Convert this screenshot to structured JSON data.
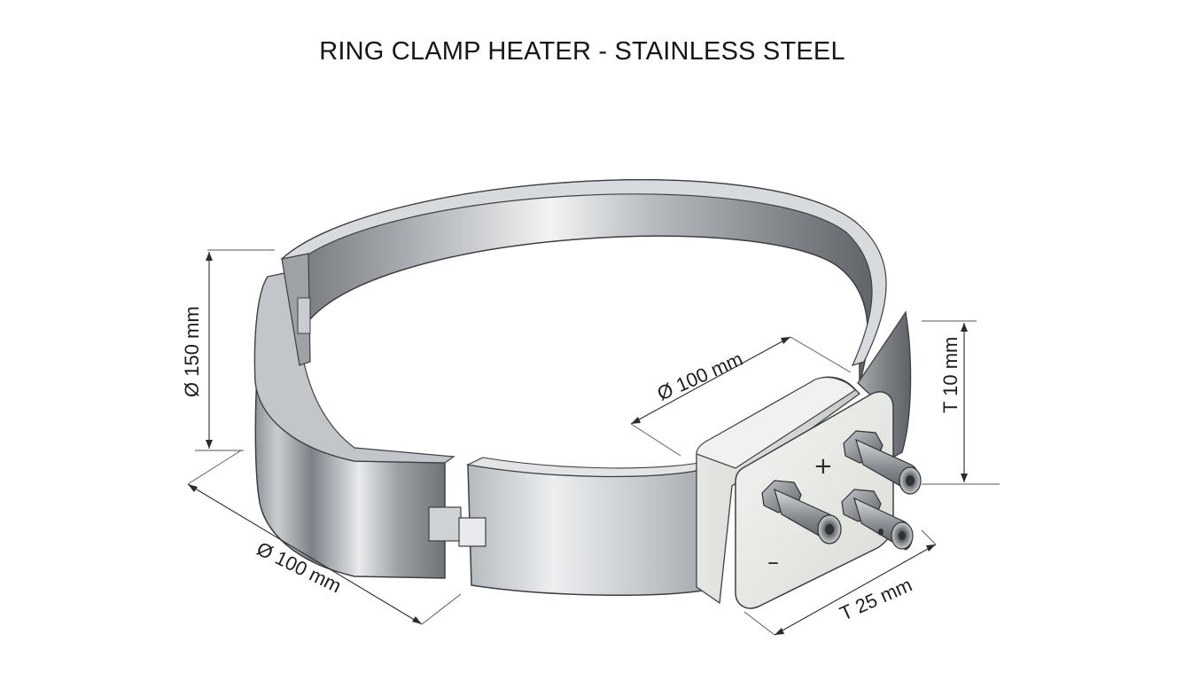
{
  "title": "RING CLAMP HEATER - STAINLESS STEEL",
  "dimensions": {
    "height": "Ø 150 mm",
    "inner_diameter": "Ø 100 mm",
    "bottom_diameter": "Ø 100 mm",
    "thickness": "T 10 mm",
    "terminal_box": "T 25 mm"
  },
  "terminals": {
    "positive": "+",
    "negative": "–"
  }
}
